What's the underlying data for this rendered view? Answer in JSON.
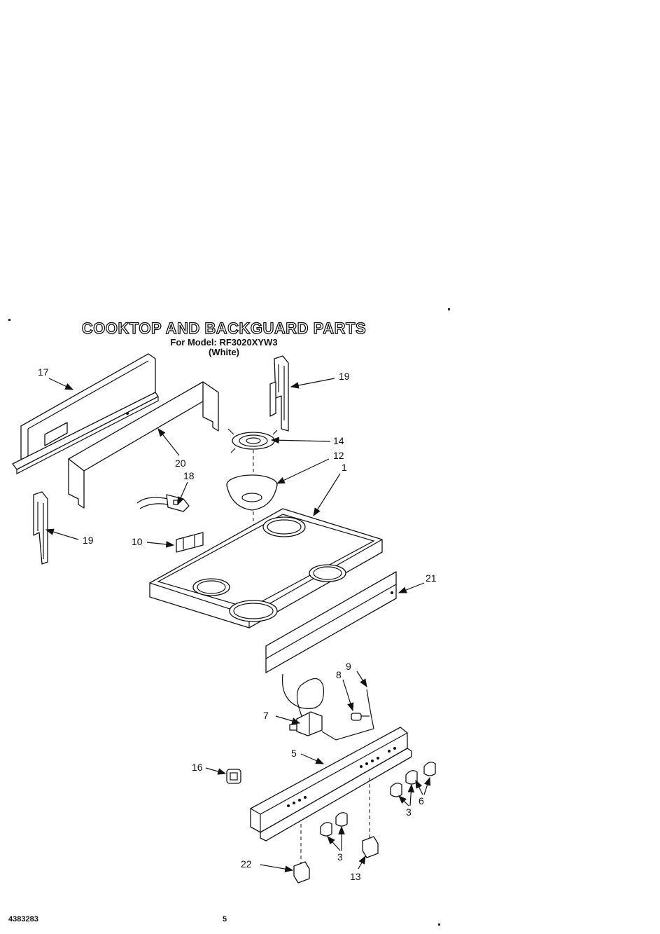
{
  "document": {
    "title": "COOKTOP AND BACKGUARD PARTS",
    "model_line": "For Model: RF3020XYW3",
    "color_line": "(White)",
    "doc_number": "4383283",
    "page_number": "5"
  },
  "callouts": [
    {
      "id": "c17",
      "text": "17"
    },
    {
      "id": "c19a",
      "text": "19"
    },
    {
      "id": "c19b",
      "text": "19"
    },
    {
      "id": "c14",
      "text": "14"
    },
    {
      "id": "c20",
      "text": "20"
    },
    {
      "id": "c12",
      "text": "12"
    },
    {
      "id": "c1",
      "text": "1"
    },
    {
      "id": "c18",
      "text": "18"
    },
    {
      "id": "c10",
      "text": "10"
    },
    {
      "id": "c21",
      "text": "21"
    },
    {
      "id": "c9",
      "text": "9"
    },
    {
      "id": "c8",
      "text": "8"
    },
    {
      "id": "c7",
      "text": "7"
    },
    {
      "id": "c5",
      "text": "5"
    },
    {
      "id": "c16",
      "text": "16"
    },
    {
      "id": "c6",
      "text": "6"
    },
    {
      "id": "c3a",
      "text": "3"
    },
    {
      "id": "c3b",
      "text": "3"
    },
    {
      "id": "c22",
      "text": "22"
    },
    {
      "id": "c13",
      "text": "13"
    }
  ]
}
